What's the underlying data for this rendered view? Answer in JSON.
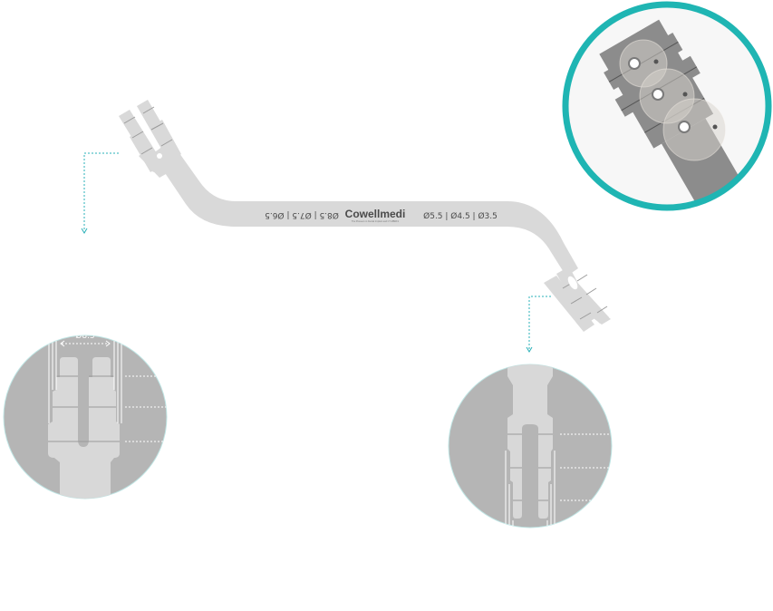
{
  "diagram": {
    "title": "Cowellmedi double-ended instrument",
    "brand": {
      "name": "Cowellmedi",
      "tagline": "The Pioneers in Dental Implant and CT-MBRF1"
    },
    "left_end_sizes": "Ø8.5 | Ø7.5 | Ø6.5",
    "right_end_sizes": "Ø5.5 | Ø4.5 | Ø3.5",
    "left_detail_dimension": "Ø8.5",
    "colors": {
      "instrument": "#d9d9d9",
      "detail_bg": "#b5b5b5",
      "accent": "#1fb5b3",
      "leader": "#2ab0b8",
      "text": "#4a4a4a",
      "photo_metal": "#8c8c8c"
    },
    "callouts": [
      {
        "name": "left-tip-callout",
        "target": "left-tip-detail"
      },
      {
        "name": "right-tip-callout",
        "target": "right-tip-detail"
      }
    ],
    "photo_inset": {
      "description": "Photo of instrument tip with three gauge rings",
      "ring_count": 3
    }
  }
}
